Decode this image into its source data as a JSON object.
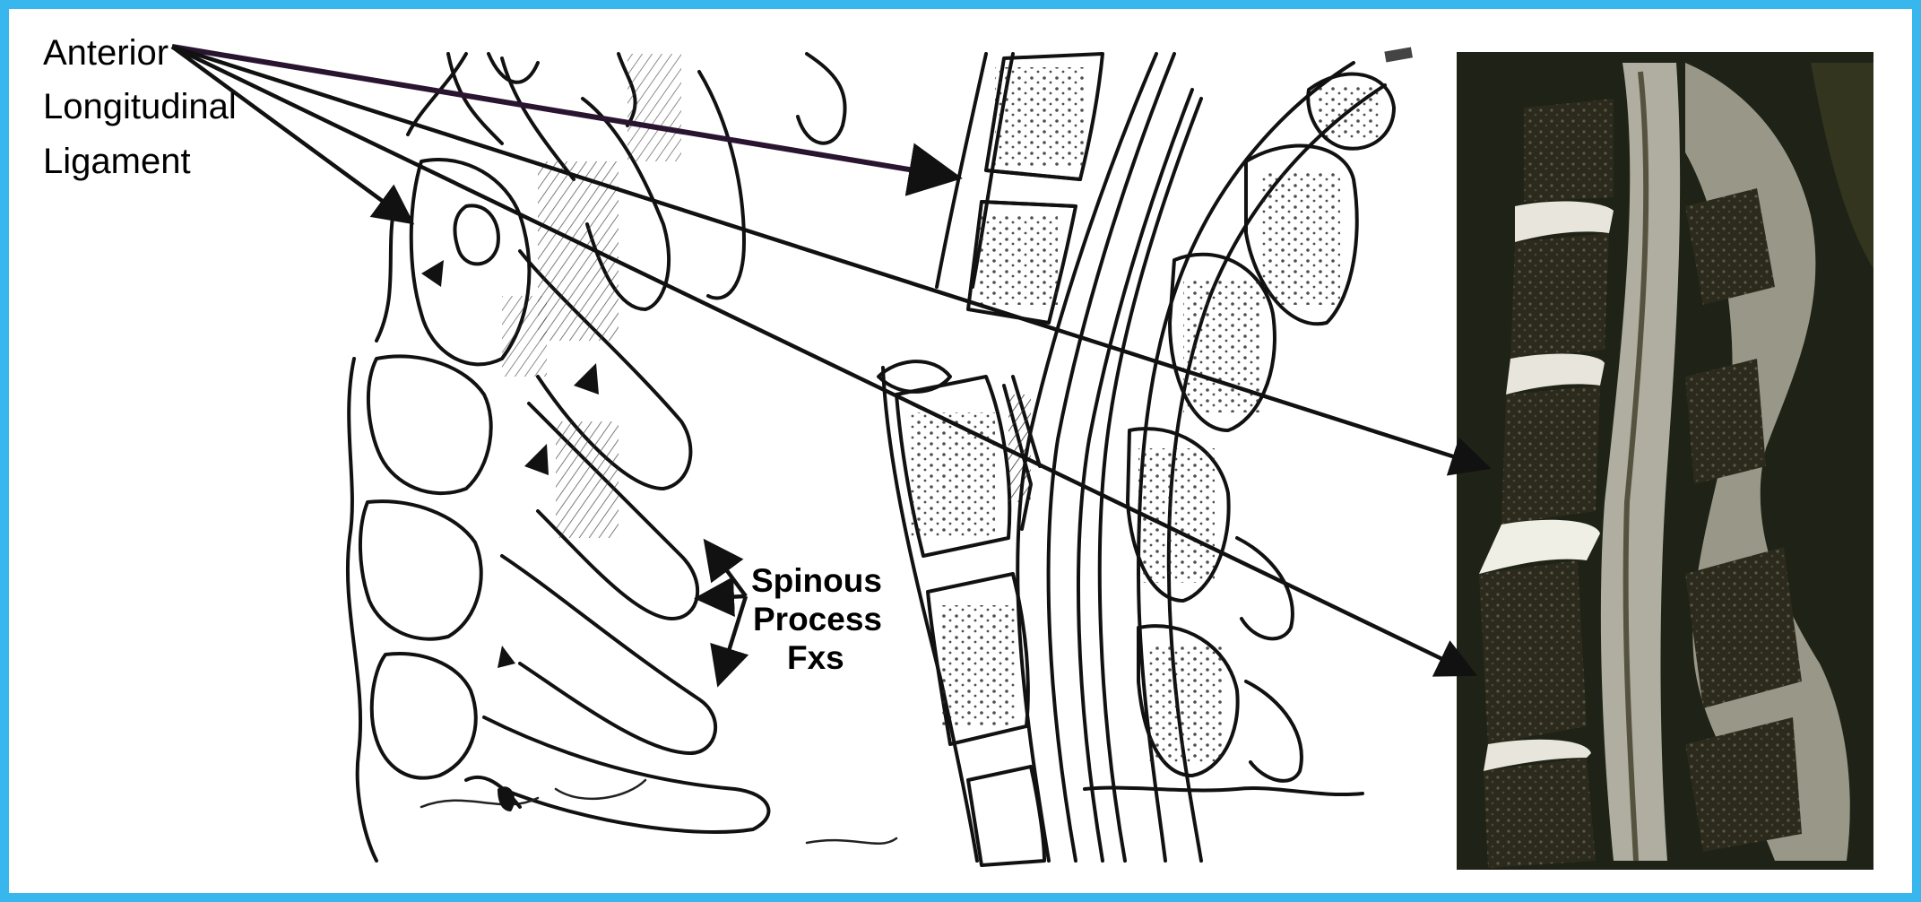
{
  "labels": {
    "anterior_line1": "Anterior",
    "anterior_line2": "Longitudinal",
    "anterior_line3": "Ligament",
    "spinous_line1": "Spinous",
    "spinous_line2": "Process",
    "spinous_line3": "Fxs"
  },
  "colors": {
    "border": "#38b7ee",
    "background": "#ffffff",
    "ink": "#111111",
    "photo_bg": "#1f2216",
    "bone_fill": "#e8e6dc"
  }
}
